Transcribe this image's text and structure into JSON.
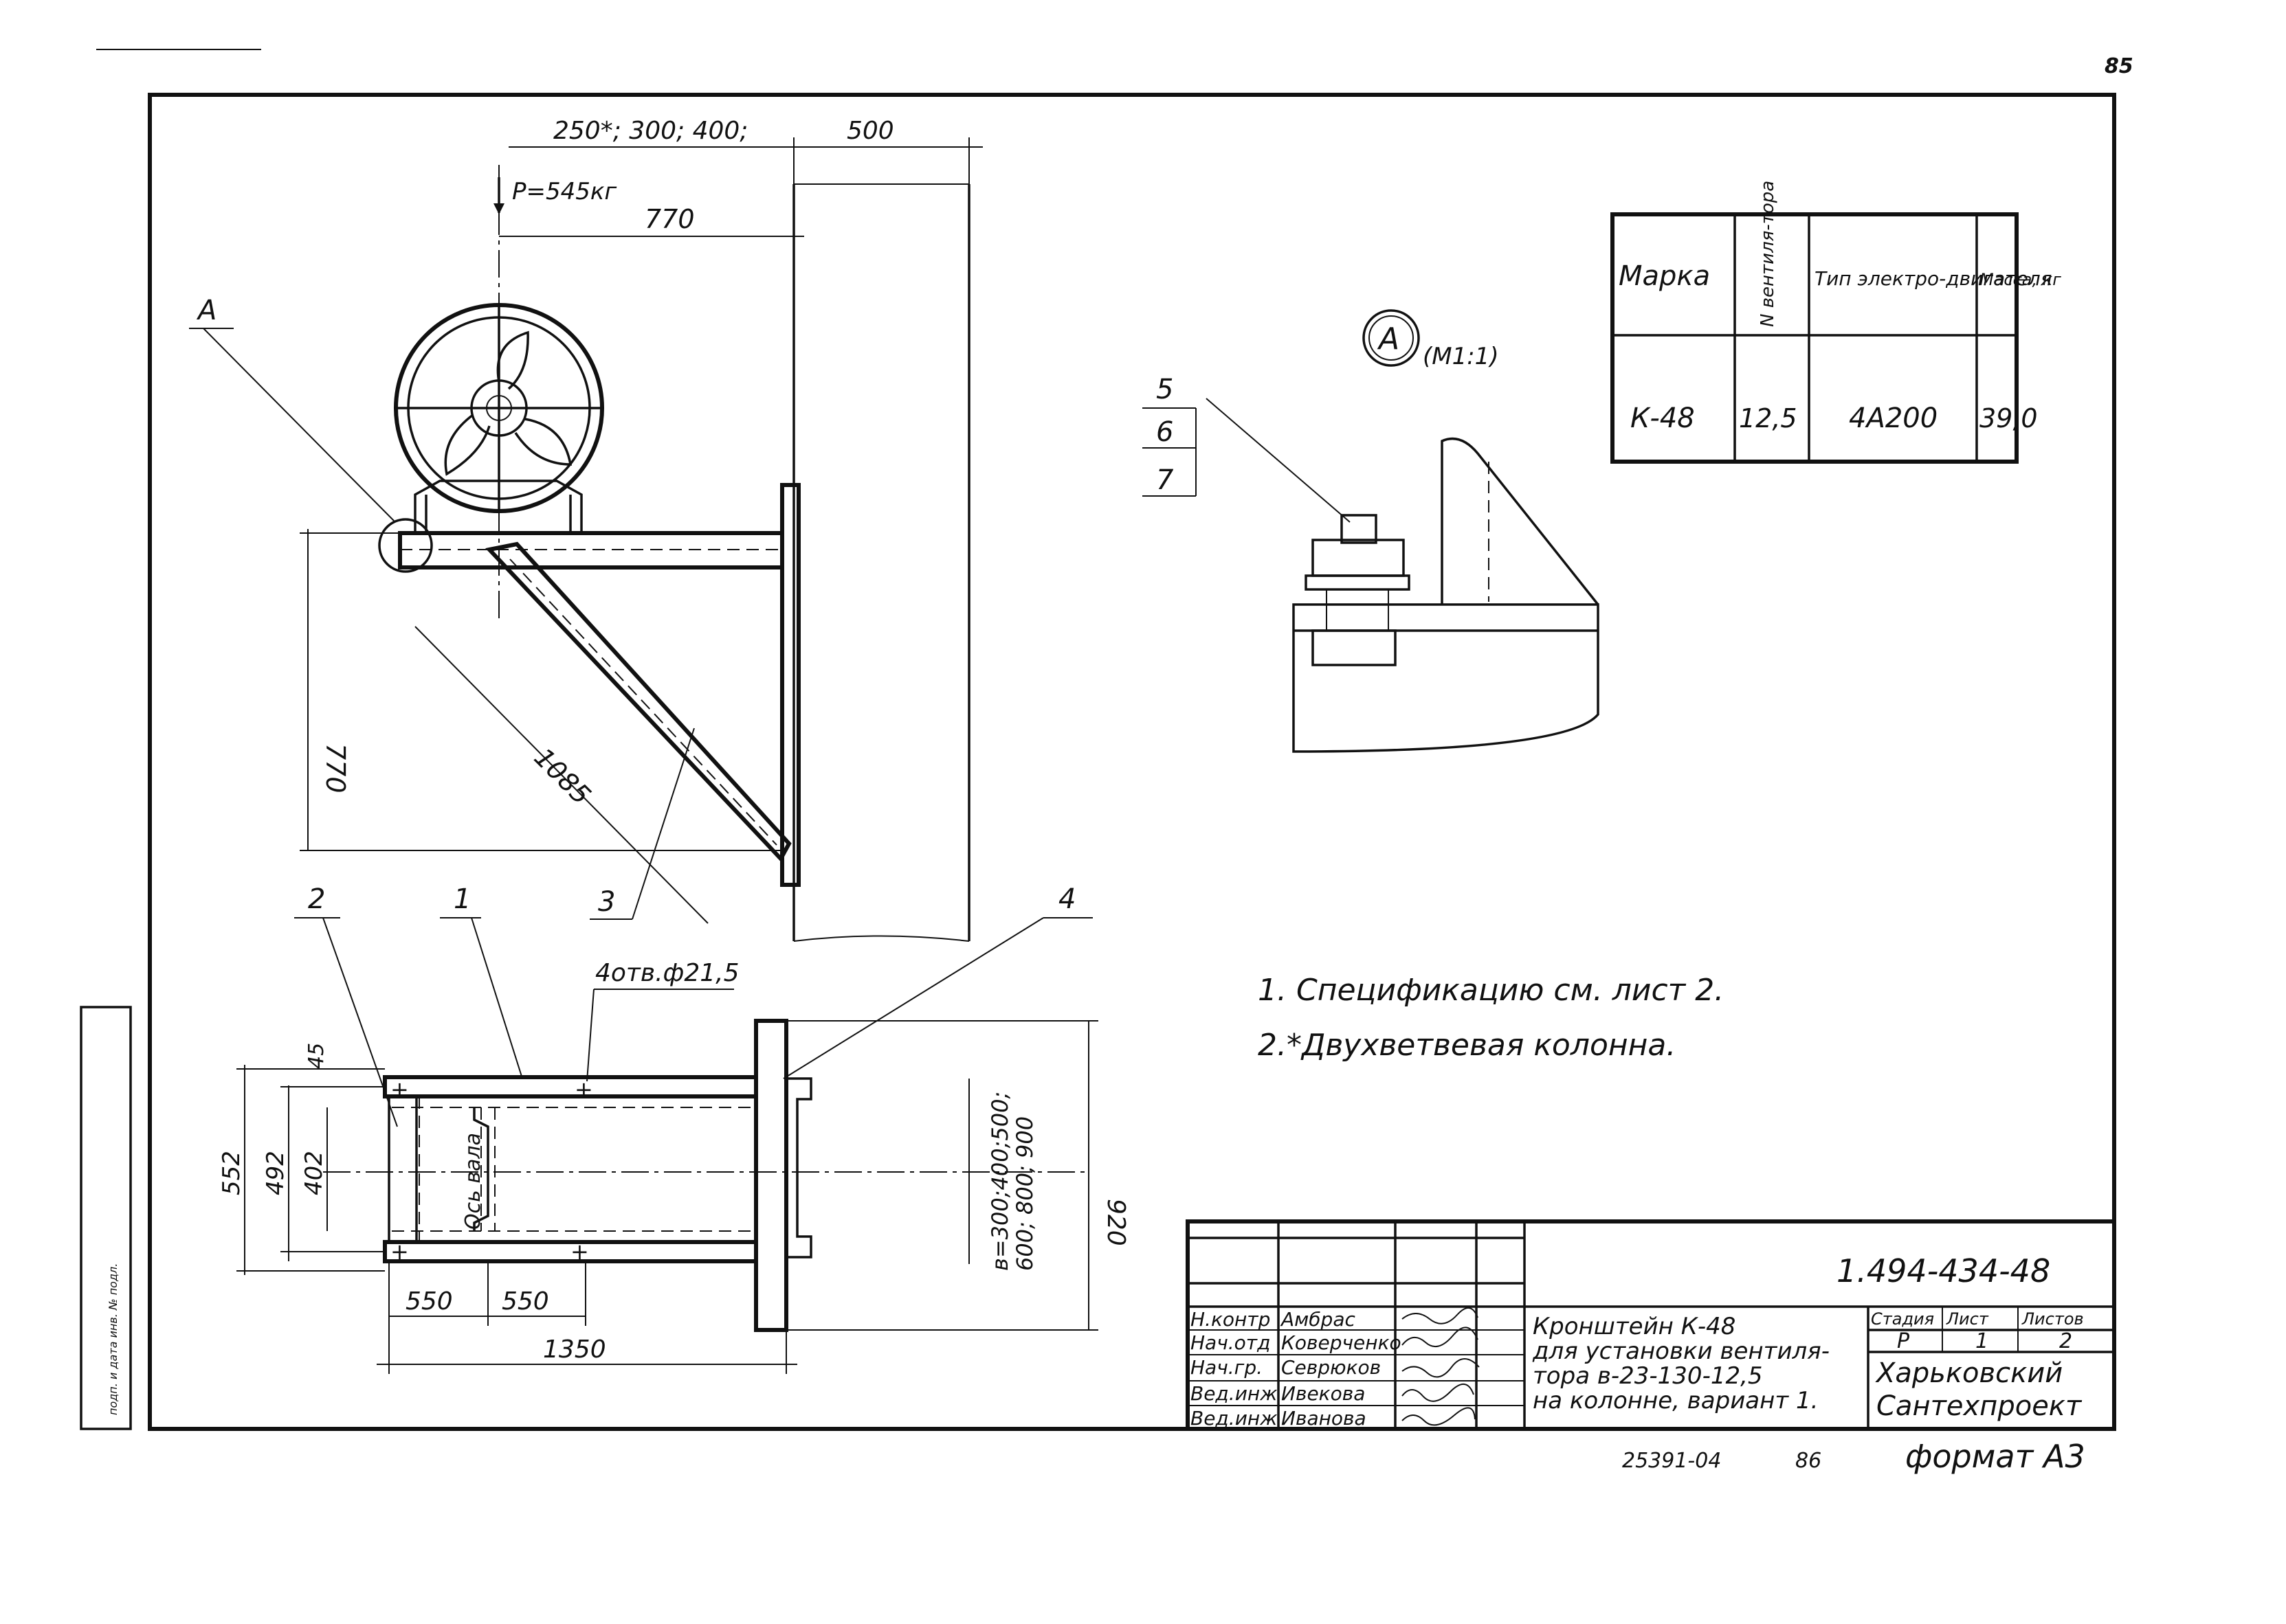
{
  "sheet": {
    "page_number": "85",
    "drawing_code": "1.494-434-48",
    "archive_number": "25391-04",
    "archive_suffix": "86",
    "format": "формат А3"
  },
  "dimensions": {
    "top_options": "250*; 300; 400;",
    "top_500": "500",
    "load": "Р=545кг",
    "horiz_770": "770",
    "vert_770": "770",
    "diag_1085": "1085",
    "holes": "4отв.ф21,5",
    "plan_45": "45",
    "plan_552": "552",
    "plan_492": "492",
    "plan_402": "402",
    "shaft_axis": "Ось вала",
    "plan_550a": "550",
    "plan_550b": "550",
    "plan_1350": "1350",
    "plan_920": "920",
    "b_values": "в=300;400;500;",
    "b_values_2": "600; 800; 900"
  },
  "callouts": {
    "A": "А",
    "c1": "1",
    "c2": "2",
    "c3": "3",
    "c4": "4",
    "c5": "5",
    "c6": "6",
    "c7": "7",
    "detail_label": "А",
    "detail_scale": "(М1:1)"
  },
  "spec_table": {
    "headers": [
      "Марка",
      "N вентиля-тора",
      "Тип электро-двигателя",
      "Масса, кг"
    ],
    "row": [
      "К-48",
      "12,5",
      "4А200",
      "39,0"
    ]
  },
  "notes": [
    "1. Спецификацию см. лист 2.",
    "2.*Двухветвевая колонна."
  ],
  "title_block": {
    "roles": [
      "Н.контр",
      "Нач.отд",
      "Нач.гр.",
      "Вед.инж",
      "Вед.инж"
    ],
    "names": [
      "Амбрас",
      "Коверченко",
      "Севрюков",
      "Ивекова",
      "Иванова"
    ],
    "title_line1": "Кронштейн К-48",
    "title_line2": "для установки вентиля-",
    "title_line3": "тора в-23-130-12,5",
    "title_line4": "на колонне, вариант 1.",
    "stage_label": "Стадия",
    "sheet_label": "Лист",
    "sheets_label": "Листов",
    "stage": "Р",
    "sheet": "1",
    "sheets": "2",
    "org_line1": "Харьковский",
    "org_line2": "Сантехпроект"
  },
  "side_stamp": "подп. и дата   инв. № подл."
}
